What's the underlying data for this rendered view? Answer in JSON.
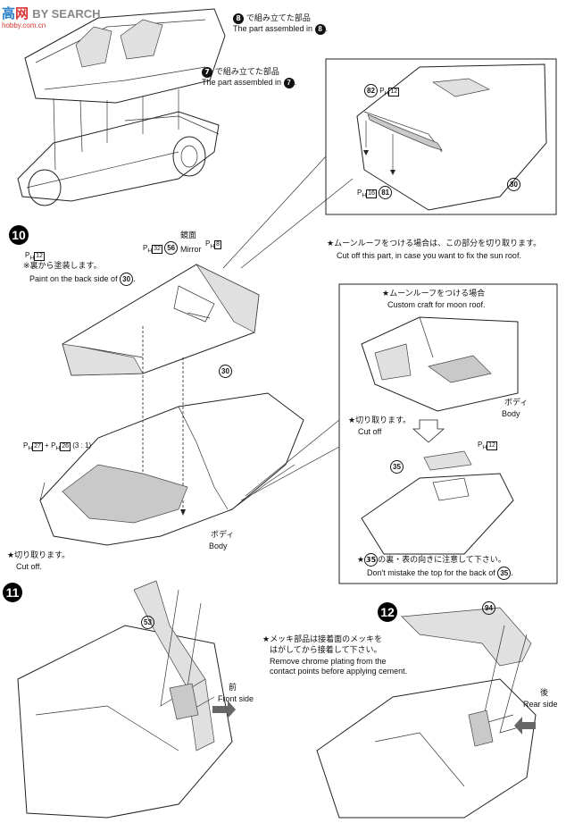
{
  "watermark": {
    "brand_left": "高",
    "brand_right": "网",
    "brand_mid": "BY SEARCH",
    "url": "hobby.com.cn"
  },
  "top": {
    "part8": {
      "num": "8",
      "jp": "で組み立てた部品",
      "en": "The part assembled in"
    },
    "part7": {
      "num": "7",
      "jp": "で組み立てた部品",
      "en": "The part assembled in"
    },
    "inset1": {
      "p82": "82",
      "ph12": "12",
      "ph16": "16",
      "p81": "81",
      "p30": "30"
    }
  },
  "step10": {
    "num": "10",
    "ph12": "12",
    "paint_jp": "※裏から塗装します。",
    "paint_en": "Paint on the back side of",
    "paint_part": "30",
    "mirror_jp": "鏡面",
    "mirror_en": "Mirror",
    "ph32": "32",
    "p56": "56",
    "ph8": "8",
    "sunroof_jp": "★ムーンルーフをつける場合は、この部分を切り取ります。",
    "sunroof_en": "Cut off this part, in case you want to fix the sun roof.",
    "p30": "30",
    "ph27": "27",
    "ph26": "26",
    "ratio": "(3 : 1)",
    "body_jp": "ボディ",
    "body_en": "Body",
    "cut_jp": "★切り取ります。",
    "cut_en": "Cut off.",
    "inset": {
      "title_jp": "★ムーンルーフをつける場合",
      "title_en": "Custom craft for moon roof.",
      "body_jp": "ボディ",
      "body_en": "Body",
      "cut_jp": "★切り取ります。",
      "cut_en": "Cut off",
      "ph12": "12",
      "p35": "35",
      "note_jp_pre": "★",
      "note_jp_post": "の裏・表の向きに注意して下さい。",
      "note_en": "Don't mistake the top for the back of",
      "note_part": "35"
    }
  },
  "step11": {
    "num": "11",
    "p53": "53",
    "front_jp": "前",
    "front_en": "Front side"
  },
  "step12": {
    "num": "12",
    "p94": "94",
    "chrome_jp1": "★メッキ部品は接着面のメッキを",
    "chrome_jp2": "はがしてから接着して下さい。",
    "chrome_en1": "Remove chrome plating from the",
    "chrome_en2": "contact points before applying cement.",
    "rear_jp": "後",
    "rear_en": "Rear side"
  }
}
